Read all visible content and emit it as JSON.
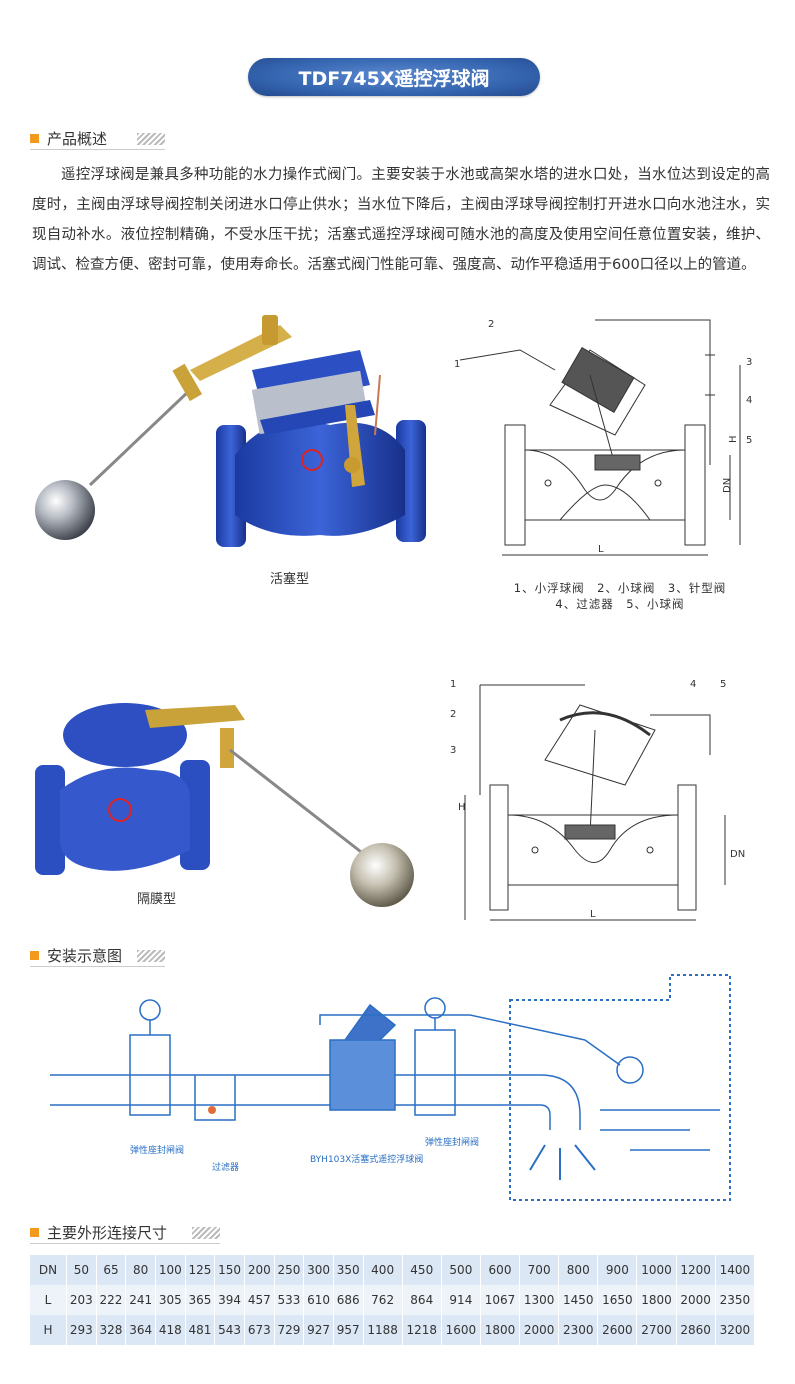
{
  "title": "TDF745X遥控浮球阀",
  "sections": {
    "overview": "产品概述",
    "install": "安装示意图",
    "dimensions": "主要外形连接尺寸"
  },
  "intro": "遥控浮球阀是兼具多种功能的水力操作式阀门。主要安装于水池或高架水塔的进水口处，当水位达到设定的高度时，主阀由浮球导阀控制关闭进水口停止供水；当水位下降后，主阀由浮球导阀控制打开进水口向水池注水，实现自动补水。液位控制精确，不受水压干扰；活塞式遥控浮球阀可随水池的高度及使用空间任意位置安装，维护、调试、检查方便、密封可靠，使用寿命长。活塞式阀门性能可靠、强度高、动作平稳适用于600口径以上的管道。",
  "captions": {
    "piston": "活塞型",
    "diaphragm": "隔膜型"
  },
  "legend": {
    "line1": "1、小浮球阀　2、小球阀　3、针型阀",
    "line2": "4、过滤器　5、小球阀"
  },
  "drawing_labels": {
    "n1": "1",
    "n2": "2",
    "n3": "3",
    "n4": "4",
    "n5": "5",
    "dn": "DN",
    "l": "L",
    "h": "H"
  },
  "install_labels": {
    "gate_valve_left": "弹性座封闸阀",
    "filter": "过滤器",
    "float_valve": "BYH103X活塞式遥控浮球阀",
    "gate_valve_right": "弹性座封闸阀"
  },
  "dimension_table": {
    "rows": [
      {
        "label": "DN",
        "values": [
          "50",
          "65",
          "80",
          "100",
          "125",
          "150",
          "200",
          "250",
          "300",
          "350",
          "400",
          "450",
          "500",
          "600",
          "700",
          "800",
          "900",
          "1000",
          "1200",
          "1400"
        ]
      },
      {
        "label": "L",
        "values": [
          "203",
          "222",
          "241",
          "305",
          "365",
          "394",
          "457",
          "533",
          "610",
          "686",
          "762",
          "864",
          "914",
          "1067",
          "1300",
          "1450",
          "1650",
          "1800",
          "2000",
          "2350"
        ]
      },
      {
        "label": "H",
        "values": [
          "293",
          "328",
          "364",
          "418",
          "481",
          "543",
          "673",
          "729",
          "927",
          "957",
          "1188",
          "1218",
          "1600",
          "1800",
          "2000",
          "2300",
          "2600",
          "2700",
          "2860",
          "3200"
        ]
      }
    ]
  },
  "colors": {
    "valve_blue": "#2547b5",
    "accent_orange": "#f39a1e",
    "pill_blue": "#3565b0",
    "table_blue": "#dbe7f4",
    "diagram_blue": "#2a6fc4"
  }
}
